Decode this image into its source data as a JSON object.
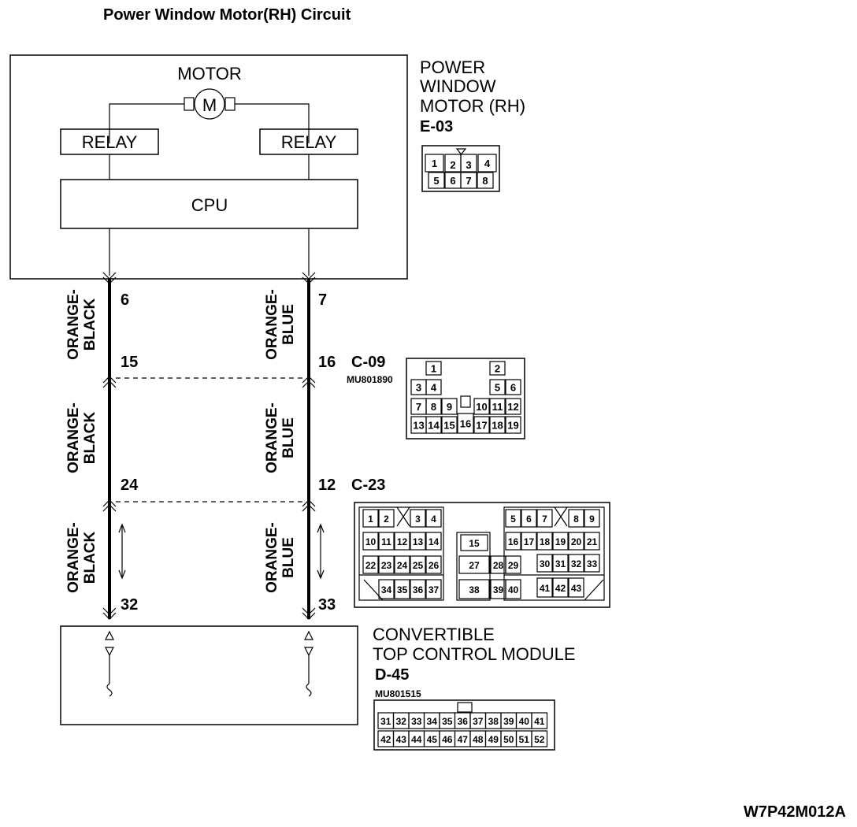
{
  "title": "Power Window Motor(RH) Circuit",
  "figure_code": "W7P42M012A",
  "motor_unit": {
    "motor_label": "MOTOR",
    "motor_symbol": "M",
    "relay_left": "RELAY",
    "relay_right": "RELAY",
    "cpu": "CPU",
    "name_lines": [
      "POWER",
      "WINDOW",
      "MOTOR (RH)"
    ],
    "connector": "E-03",
    "pins": [
      "1",
      "2",
      "3",
      "4",
      "5",
      "6",
      "7",
      "8"
    ]
  },
  "wires": {
    "left": {
      "color_line1": "ORANGE-",
      "color_line2": "BLACK"
    },
    "right": {
      "color_line1": "ORANGE-",
      "color_line2": "BLUE"
    }
  },
  "terminals": {
    "e03_left": "6",
    "e03_right": "7",
    "c09_left": "15",
    "c09_right": "16",
    "c23_left": "24",
    "c23_right": "12",
    "d45_left": "32",
    "d45_right": "33"
  },
  "c09": {
    "label": "C-09",
    "part_no": "MU801890",
    "pins": [
      "1",
      "2",
      "3",
      "4",
      "5",
      "6",
      "7",
      "8",
      "9",
      "10",
      "11",
      "12",
      "13",
      "14",
      "15",
      "16",
      "17",
      "18",
      "19"
    ]
  },
  "c23": {
    "label": "C-23",
    "pins": [
      "1",
      "2",
      "3",
      "4",
      "5",
      "6",
      "7",
      "8",
      "9",
      "10",
      "11",
      "12",
      "13",
      "14",
      "15",
      "16",
      "17",
      "18",
      "19",
      "20",
      "21",
      "22",
      "23",
      "24",
      "25",
      "26",
      "27",
      "28",
      "29",
      "30",
      "31",
      "32",
      "33",
      "34",
      "35",
      "36",
      "37",
      "38",
      "39",
      "40",
      "41",
      "42",
      "43"
    ]
  },
  "module": {
    "name_line1": "CONVERTIBLE",
    "name_line2": "TOP CONTROL MODULE",
    "connector": "D-45",
    "part_no": "MU801515",
    "pins": [
      "31",
      "32",
      "33",
      "34",
      "35",
      "36",
      "37",
      "38",
      "39",
      "40",
      "41",
      "42",
      "43",
      "44",
      "45",
      "46",
      "47",
      "48",
      "49",
      "50",
      "51",
      "52"
    ]
  }
}
